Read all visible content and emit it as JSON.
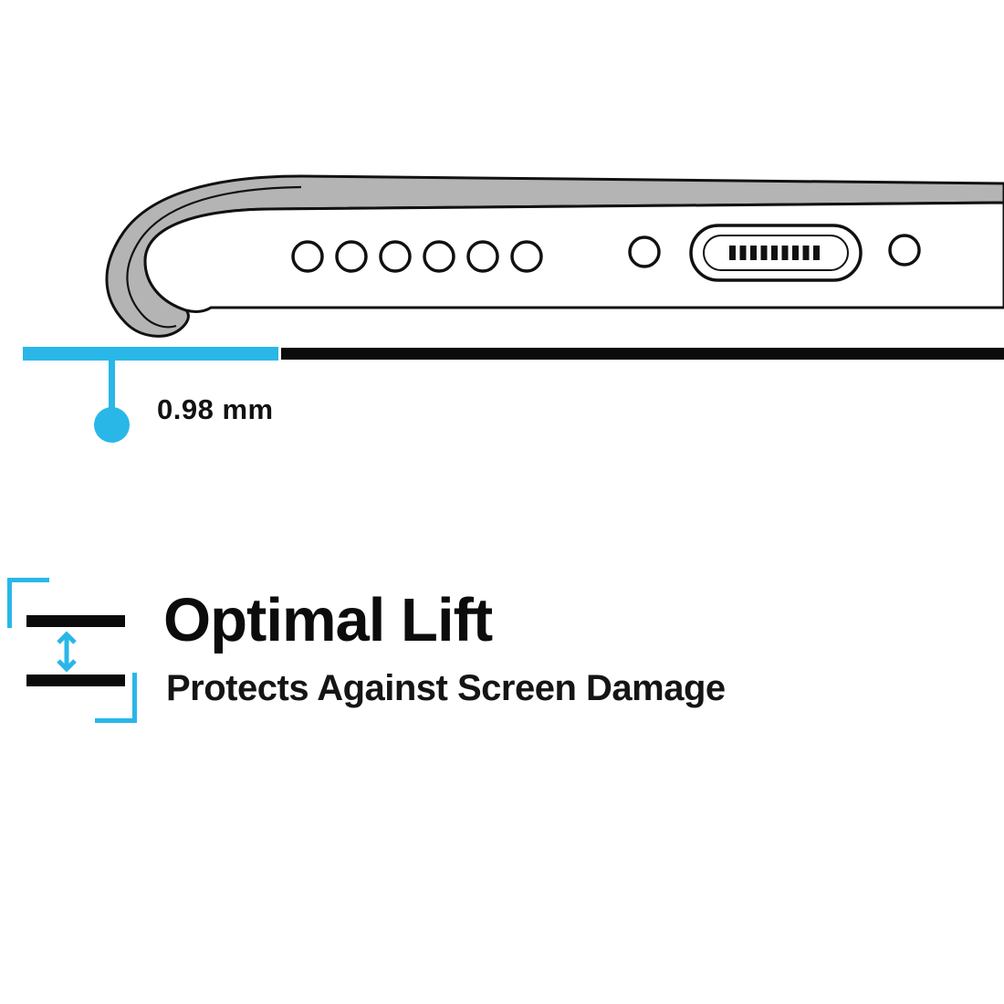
{
  "measurement": {
    "value": "0.98 mm"
  },
  "feature": {
    "title": "Optimal Lift",
    "subtitle": "Protects Against Screen Damage"
  },
  "colors": {
    "accent_cyan": "#29b7e8",
    "case_gray": "#b4b4b4",
    "outline_black": "#111111",
    "surface_black": "#0b0b0b"
  },
  "icons": {
    "lift_double_arrow": "vertical double-headed arrow",
    "charging_port": "pill outline with pin dashes",
    "speaker_holes": "row of six circles",
    "corner_brackets": "cyan L-shaped frame corners"
  }
}
